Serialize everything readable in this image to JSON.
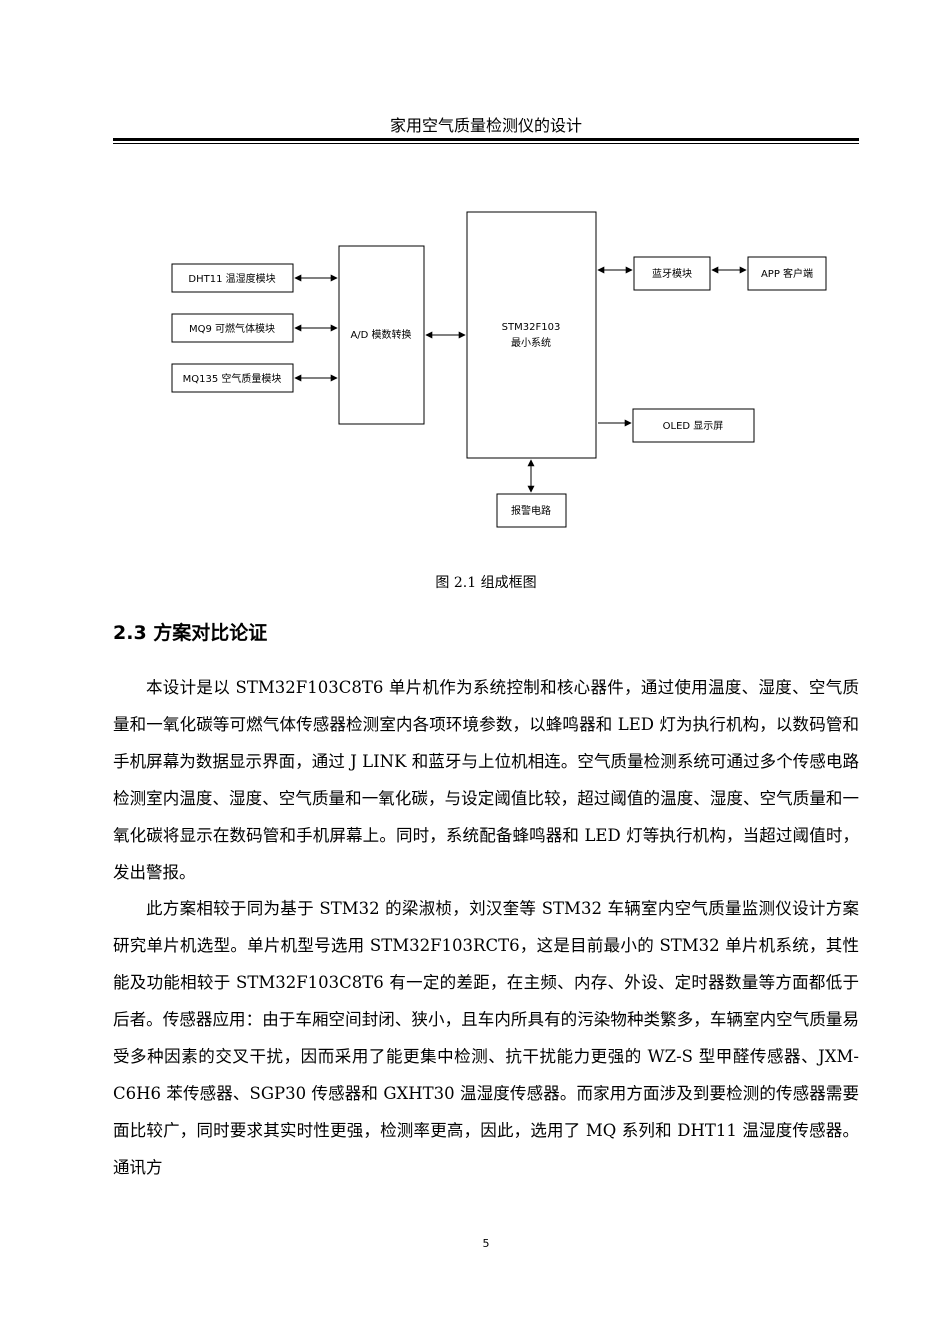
{
  "header": {
    "title": "家用空气质量检测仪的设计"
  },
  "diagram": {
    "blocks": {
      "dht11": "DHT11 温湿度模块",
      "mq9": "MQ9 可燃气体模块",
      "mq135": "MQ135 空气质量模块",
      "adc": "A/D 模数转换",
      "mcu_line1": "STM32F103",
      "mcu_line2": "最小系统",
      "bluetooth": "蓝牙模块",
      "app": "APP 客户端",
      "oled": "OLED 显示屏",
      "alarm": "报警电路"
    }
  },
  "caption": "图 2.1 组成框图",
  "section": {
    "heading": "2.3 方案对比论证"
  },
  "paragraphs": [
    "本设计是以 STM32F103C8T6 单片机作为系统控制和核心器件，通过使用温度、湿度、空气质量和一氧化碳等可燃气体传感器检测室内各项环境参数，以蜂鸣器和 LED 灯为执行机构，以数码管和手机屏幕为数据显示界面，通过 J LINK 和蓝牙与上位机相连。空气质量检测系统可通过多个传感电路检测室内温度、湿度、空气质量和一氧化碳，与设定阈值比较，超过阈值的温度、湿度、空气质量和一氧化碳将显示在数码管和手机屏幕上。同时，系统配备蜂鸣器和 LED 灯等执行机构，当超过阈值时，发出警报。",
    "此方案相较于同为基于 STM32 的梁淑桢，刘汉奎等 STM32 车辆室内空气质量监测仪设计方案研究单片机选型。单片机型号选用 STM32F103RCT6，这是目前最小的 STM32 单片机系统，其性能及功能相较于 STM32F103C8T6 有一定的差距，在主频、内存、外设、定时器数量等方面都低于后者。传感器应用：由于车厢空间封闭、狭小，且车内所具有的污染物种类繁多，车辆室内空气质量易受多种因素的交叉干扰，因而采用了能更集中检测、抗干扰能力更强的 WZ-S 型甲醛传感器、JXM-C6H6 苯传感器、SGP30 传感器和 GXHT30 温湿度传感器。而家用方面涉及到要检测的传感器需要面比较广，同时要求其实时性更强，检测率更高，因此，选用了 MQ 系列和 DHT11 温湿度传感器。通讯方"
  ],
  "page_number": "5"
}
